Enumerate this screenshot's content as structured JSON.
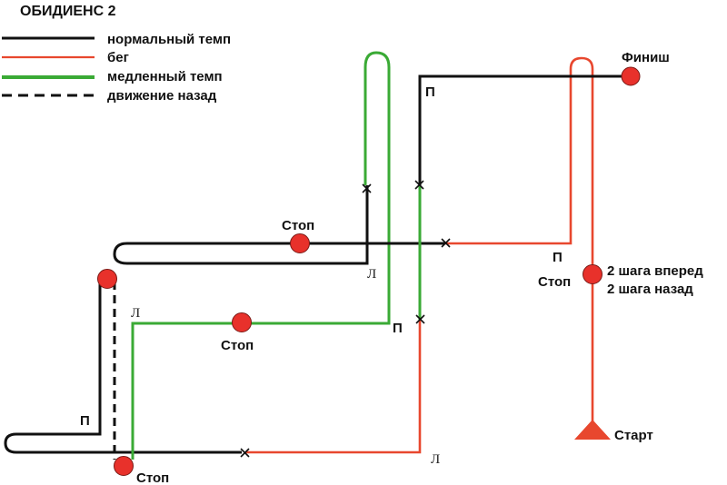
{
  "title": "ОБИДИЕНС 2",
  "legend": [
    {
      "label": "нормальный темп",
      "style": "solid",
      "color": "#111111"
    },
    {
      "label": "бег",
      "style": "solid",
      "color": "#e8472e"
    },
    {
      "label": "медленный темп",
      "style": "solid",
      "color": "#3aaa35"
    },
    {
      "label": "движение назад",
      "style": "dashed",
      "color": "#111111"
    }
  ],
  "labels": {
    "finish": "Финиш",
    "start": "Старт",
    "stop_top": "Стоп",
    "stop_mid": "Стоп",
    "stop_bottom": "Стоп",
    "stop_right": "Стоп",
    "steps_forward": "2 шага вперед",
    "steps_back": "2 шага назад",
    "turn_right_top": "П",
    "turn_right_mid": "П",
    "turn_right_left": "П",
    "turn_right_red": "П",
    "turn_left_top": "Л",
    "turn_left_mid": "Л",
    "turn_left_bottom": "Л"
  },
  "colors": {
    "normal": "#111111",
    "run": "#e8472e",
    "slow": "#3aaa35",
    "stop_dot": "#e8312b"
  }
}
